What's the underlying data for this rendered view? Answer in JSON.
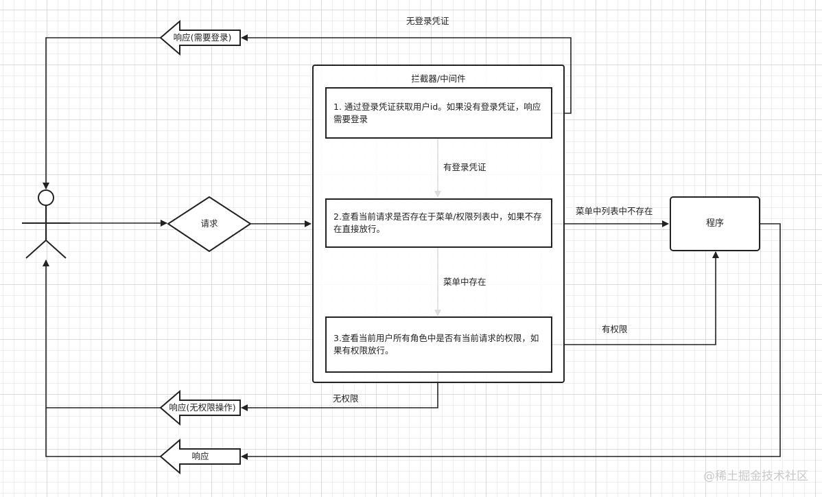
{
  "interceptor": {
    "title": "拦截器/中间件",
    "step1": "1. 通过登录凭证获取用户id。如果没有登录凭证，响应需要登录",
    "step2": "2.查看当前请求是否存在于菜单/权限列表中，如果不存在直接放行。",
    "step3": "3.查看当前用户所有角色中是否有当前请求的权限，如果有权限放行。"
  },
  "nodes": {
    "request": "请求",
    "program": "程序"
  },
  "responses": {
    "need_login": "响应(需要登录)",
    "no_permission": "响应(无权限操作)",
    "normal": "响应"
  },
  "edge_labels": {
    "no_credential": "无登录凭证",
    "has_credential": "有登录凭证",
    "in_menu": "菜单中存在",
    "not_in_menu": "菜单中列表中不存在",
    "has_permission": "有权限",
    "no_permission": "无权限"
  },
  "watermark": "@稀土掘金技术社区"
}
